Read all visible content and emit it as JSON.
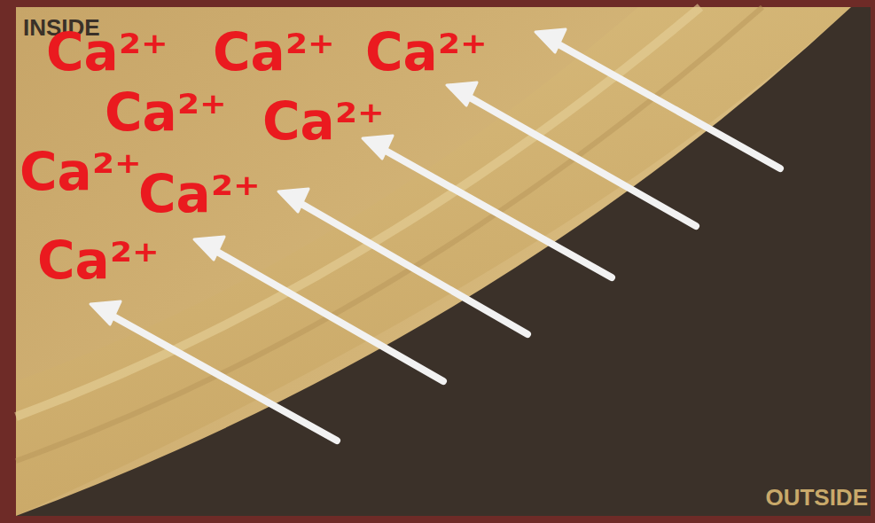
{
  "diagram": {
    "labels": [
      "INSIDE",
      "Ca²⁺",
      "Ca²⁺",
      "Ca²⁺",
      "Ca²⁺",
      "Ca²⁺",
      "Ca²⁺",
      "Ca²⁺",
      "Ca²⁺",
      "OUTSIDE"
    ]
  }
}
